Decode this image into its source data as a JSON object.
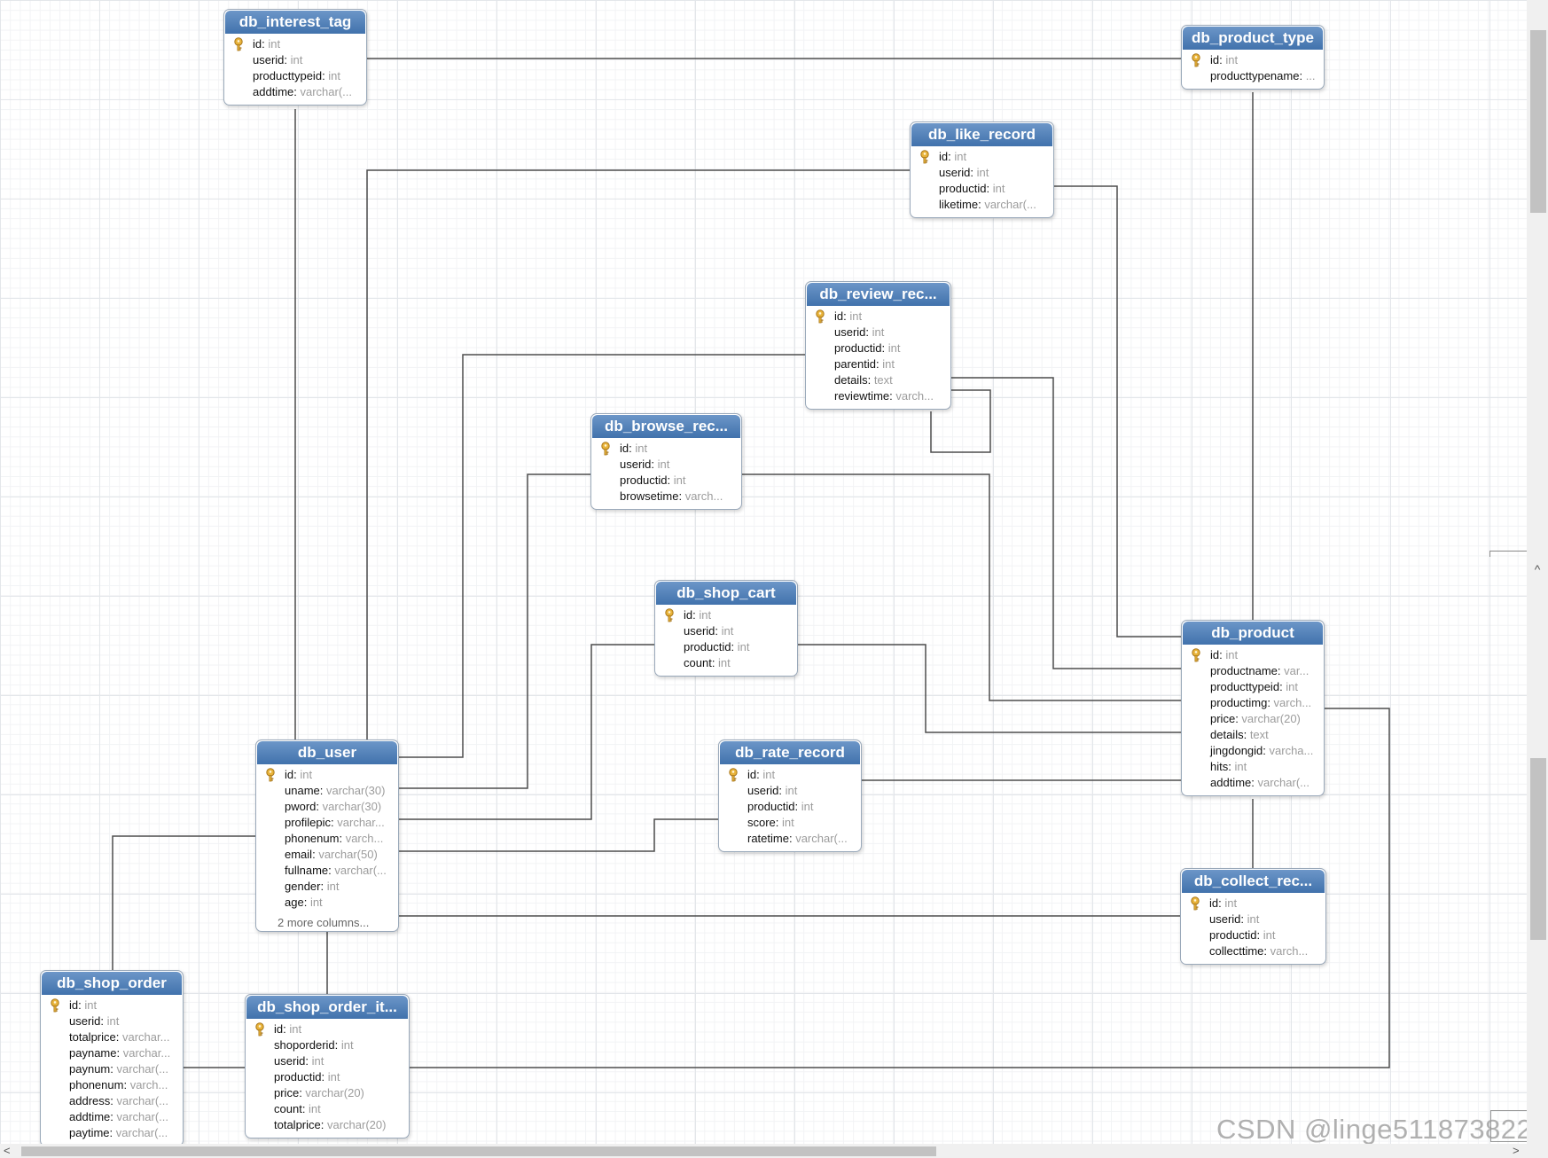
{
  "entities": [
    {
      "id": "db_interest_tag",
      "title": "db_interest_tag",
      "columns": [
        {
          "name": "id",
          "type": "int",
          "pk": true
        },
        {
          "name": "userid",
          "type": "int"
        },
        {
          "name": "producttypeid",
          "type": "int"
        },
        {
          "name": "addtime",
          "type": "varchar(..."
        }
      ]
    },
    {
      "id": "db_product_type",
      "title": "db_product_type",
      "columns": [
        {
          "name": "id",
          "type": "int",
          "pk": true
        },
        {
          "name": "producttypename",
          "type": "..."
        }
      ]
    },
    {
      "id": "db_like_record",
      "title": "db_like_record",
      "columns": [
        {
          "name": "id",
          "type": "int",
          "pk": true
        },
        {
          "name": "userid",
          "type": "int"
        },
        {
          "name": "productid",
          "type": "int"
        },
        {
          "name": "liketime",
          "type": "varchar(..."
        }
      ]
    },
    {
      "id": "db_review_record",
      "title": "db_review_rec...",
      "columns": [
        {
          "name": "id",
          "type": "int",
          "pk": true
        },
        {
          "name": "userid",
          "type": "int"
        },
        {
          "name": "productid",
          "type": "int"
        },
        {
          "name": "parentid",
          "type": "int"
        },
        {
          "name": "details",
          "type": "text"
        },
        {
          "name": "reviewtime",
          "type": "varch..."
        }
      ]
    },
    {
      "id": "db_browse_record",
      "title": "db_browse_rec...",
      "columns": [
        {
          "name": "id",
          "type": "int",
          "pk": true
        },
        {
          "name": "userid",
          "type": "int"
        },
        {
          "name": "productid",
          "type": "int"
        },
        {
          "name": "browsetime",
          "type": "varch..."
        }
      ]
    },
    {
      "id": "db_shop_cart",
      "title": "db_shop_cart",
      "columns": [
        {
          "name": "id",
          "type": "int",
          "pk": true
        },
        {
          "name": "userid",
          "type": "int"
        },
        {
          "name": "productid",
          "type": "int"
        },
        {
          "name": "count",
          "type": "int"
        }
      ]
    },
    {
      "id": "db_product",
      "title": "db_product",
      "columns": [
        {
          "name": "id",
          "type": "int",
          "pk": true
        },
        {
          "name": "productname",
          "type": "var..."
        },
        {
          "name": "producttypeid",
          "type": "int"
        },
        {
          "name": "productimg",
          "type": "varch..."
        },
        {
          "name": "price",
          "type": "varchar(20)"
        },
        {
          "name": "details",
          "type": "text"
        },
        {
          "name": "jingdongid",
          "type": "varcha..."
        },
        {
          "name": "hits",
          "type": "int"
        },
        {
          "name": "addtime",
          "type": "varchar(..."
        }
      ]
    },
    {
      "id": "db_user",
      "title": "db_user",
      "more": "2 more columns...",
      "columns": [
        {
          "name": "id",
          "type": "int",
          "pk": true
        },
        {
          "name": "uname",
          "type": "varchar(30)"
        },
        {
          "name": "pword",
          "type": "varchar(30)"
        },
        {
          "name": "profilepic",
          "type": "varchar..."
        },
        {
          "name": "phonenum",
          "type": "varch..."
        },
        {
          "name": "email",
          "type": "varchar(50)"
        },
        {
          "name": "fullname",
          "type": "varchar(..."
        },
        {
          "name": "gender",
          "type": "int"
        },
        {
          "name": "age",
          "type": "int"
        }
      ]
    },
    {
      "id": "db_rate_record",
      "title": "db_rate_record",
      "columns": [
        {
          "name": "id",
          "type": "int",
          "pk": true
        },
        {
          "name": "userid",
          "type": "int"
        },
        {
          "name": "productid",
          "type": "int"
        },
        {
          "name": "score",
          "type": "int"
        },
        {
          "name": "ratetime",
          "type": "varchar(..."
        }
      ]
    },
    {
      "id": "db_collect_record",
      "title": "db_collect_rec...",
      "columns": [
        {
          "name": "id",
          "type": "int",
          "pk": true
        },
        {
          "name": "userid",
          "type": "int"
        },
        {
          "name": "productid",
          "type": "int"
        },
        {
          "name": "collecttime",
          "type": "varch..."
        }
      ]
    },
    {
      "id": "db_shop_order",
      "title": "db_shop_order",
      "columns": [
        {
          "name": "id",
          "type": "int",
          "pk": true
        },
        {
          "name": "userid",
          "type": "int"
        },
        {
          "name": "totalprice",
          "type": "varchar..."
        },
        {
          "name": "payname",
          "type": "varchar..."
        },
        {
          "name": "paynum",
          "type": "varchar(..."
        },
        {
          "name": "phonenum",
          "type": "varch..."
        },
        {
          "name": "address",
          "type": "varchar(..."
        },
        {
          "name": "addtime",
          "type": "varchar(..."
        },
        {
          "name": "paytime",
          "type": "varchar(..."
        }
      ]
    },
    {
      "id": "db_shop_order_item",
      "title": "db_shop_order_it...",
      "columns": [
        {
          "name": "id",
          "type": "int",
          "pk": true
        },
        {
          "name": "shoporderid",
          "type": "int"
        },
        {
          "name": "userid",
          "type": "int"
        },
        {
          "name": "productid",
          "type": "int"
        },
        {
          "name": "price",
          "type": "varchar(20)"
        },
        {
          "name": "count",
          "type": "int"
        },
        {
          "name": "totalprice",
          "type": "varchar(20)"
        }
      ]
    }
  ],
  "relationships": [
    {
      "from": "db_interest_tag",
      "to": "db_product_type"
    },
    {
      "from": "db_interest_tag",
      "to": "db_user"
    },
    {
      "from": "db_like_record",
      "to": "db_user"
    },
    {
      "from": "db_like_record",
      "to": "db_product"
    },
    {
      "from": "db_review_record",
      "to": "db_user"
    },
    {
      "from": "db_review_record",
      "to": "db_product"
    },
    {
      "from": "db_review_record",
      "to": "db_review_record"
    },
    {
      "from": "db_browse_record",
      "to": "db_user"
    },
    {
      "from": "db_browse_record",
      "to": "db_product"
    },
    {
      "from": "db_shop_cart",
      "to": "db_user"
    },
    {
      "from": "db_shop_cart",
      "to": "db_product"
    },
    {
      "from": "db_rate_record",
      "to": "db_user"
    },
    {
      "from": "db_rate_record",
      "to": "db_product"
    },
    {
      "from": "db_collect_record",
      "to": "db_user"
    },
    {
      "from": "db_collect_record",
      "to": "db_product"
    },
    {
      "from": "db_product",
      "to": "db_product_type"
    },
    {
      "from": "db_shop_order",
      "to": "db_user"
    },
    {
      "from": "db_shop_order",
      "to": "db_shop_order_item"
    },
    {
      "from": "db_shop_order_item",
      "to": "db_user"
    },
    {
      "from": "db_shop_order_item",
      "to": "db_product"
    }
  ],
  "watermark": "CSDN @linge511873822",
  "scrollbar": {
    "up_arrow": "^",
    "left_arrow": "<",
    "right_arrow": ">"
  },
  "colors": {
    "header_top": "#6c96c8",
    "header_bottom": "#4172ac",
    "link": "#4d4d4d",
    "key": "#e8b33a"
  }
}
